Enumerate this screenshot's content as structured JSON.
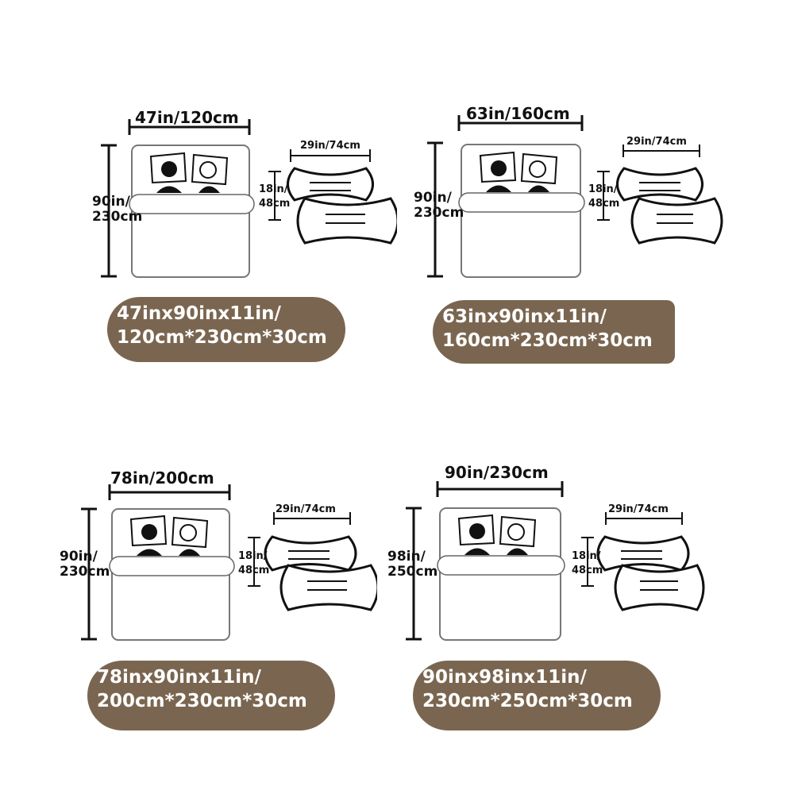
{
  "panels": [
    {
      "bed_width": "47in/120cm",
      "bed_length_1": "90in/",
      "bed_length_2": "230cm",
      "pillow_width": "29in/74cm",
      "pillow_height_1": "18in/",
      "pillow_height_2": "48cm",
      "spec_line_1": "47inx90inx11in/",
      "spec_line_2": "120cm*230cm*30cm"
    },
    {
      "bed_width": "63in/160cm",
      "bed_length_1": "90in/",
      "bed_length_2": "230cm",
      "pillow_width": "29in/74cm",
      "pillow_height_1": "18in/",
      "pillow_height_2": "48cm",
      "spec_line_1": "63inx90inx11in/",
      "spec_line_2": "160cm*230cm*30cm"
    },
    {
      "bed_width": "78in/200cm",
      "bed_length_1": "90in/",
      "bed_length_2": "230cm",
      "pillow_width": "29in/74cm",
      "pillow_height_1": "18in/",
      "pillow_height_2": "48cm",
      "spec_line_1": "78inx90inx11in/",
      "spec_line_2": "200cm*230cm*30cm"
    },
    {
      "bed_width": "90in/230cm",
      "bed_length_1": "98in/",
      "bed_length_2": "250cm",
      "pillow_width": "29in/74cm",
      "pillow_height_1": "18in/",
      "pillow_height_2": "48cm",
      "spec_line_1": "90inx98inx11in/",
      "spec_line_2": "230cm*250cm*30cm"
    }
  ],
  "colors": {
    "pill_background": "#7a6650",
    "pill_text": "#ffffff",
    "line": "#111111",
    "bed_outline": "#777777"
  },
  "icons": [
    "bed-icon",
    "sleeper-icon",
    "pillow-icon",
    "dimension-arrow-icon"
  ]
}
